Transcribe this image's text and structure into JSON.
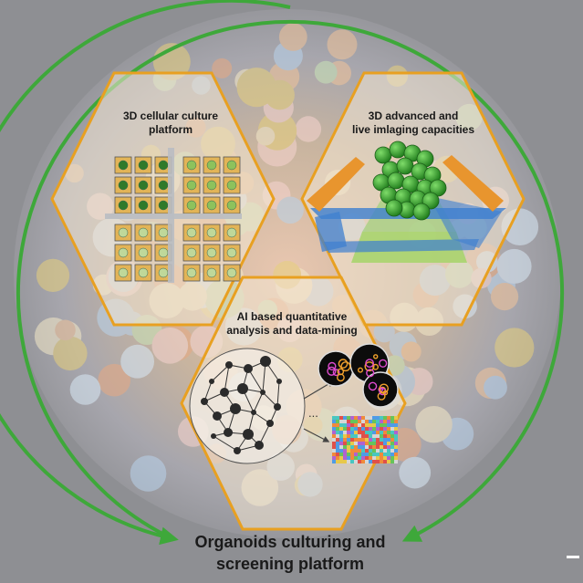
{
  "panels": {
    "culture": {
      "line1": "3D cellular culture",
      "line2": "platform"
    },
    "imaging": {
      "line1": "3D advanced and",
      "line2": "live imlaging capacities"
    },
    "ai": {
      "line1": "AI based quantitative",
      "line2": "analysis and data-mining",
      "ellipsis": "..."
    }
  },
  "footer": {
    "line1": "Organoids culturing and",
    "line2": "screening platform"
  },
  "colors": {
    "hexagon_border": "#e8a021",
    "cycle_arrow": "#3ea83a",
    "background": "#8e8f93",
    "cell_green": "#2f9e2a",
    "prism_blue": "#3d7fd0",
    "slab_orange": "#e8952e"
  }
}
